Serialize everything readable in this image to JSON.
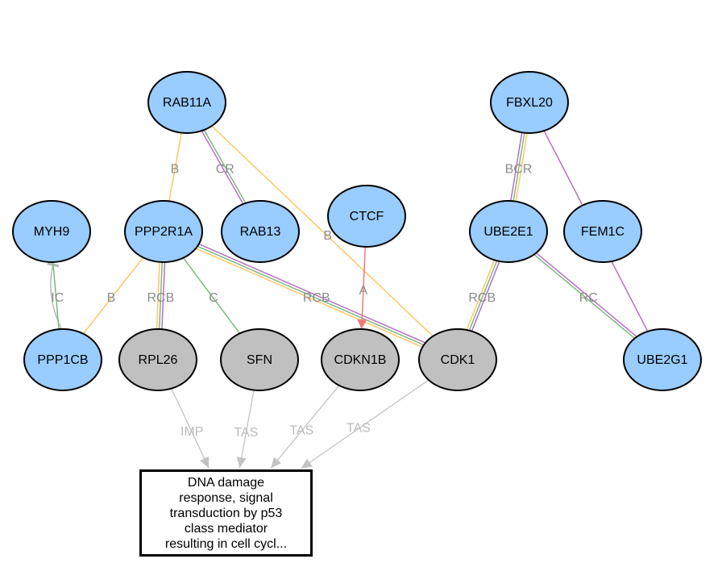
{
  "diagram": {
    "nodes": [
      {
        "id": "RAB11A",
        "label": "RAB11A",
        "kind": "query"
      },
      {
        "id": "FBXL20",
        "label": "FBXL20",
        "kind": "query"
      },
      {
        "id": "MYH9",
        "label": "MYH9",
        "kind": "query"
      },
      {
        "id": "PPP2R1A",
        "label": "PPP2R1A",
        "kind": "query"
      },
      {
        "id": "RAB13",
        "label": "RAB13",
        "kind": "query"
      },
      {
        "id": "CTCF",
        "label": "CTCF",
        "kind": "query"
      },
      {
        "id": "UBE2E1",
        "label": "UBE2E1",
        "kind": "query"
      },
      {
        "id": "FEM1C",
        "label": "FEM1C",
        "kind": "query"
      },
      {
        "id": "PPP1CB",
        "label": "PPP1CB",
        "kind": "query"
      },
      {
        "id": "RPL26",
        "label": "RPL26",
        "kind": "annotated"
      },
      {
        "id": "SFN",
        "label": "SFN",
        "kind": "annotated"
      },
      {
        "id": "CDKN1B",
        "label": "CDKN1B",
        "kind": "annotated"
      },
      {
        "id": "CDK1",
        "label": "CDK1",
        "kind": "annotated"
      },
      {
        "id": "UBE2G1",
        "label": "UBE2G1",
        "kind": "query"
      }
    ],
    "term": {
      "id": "GO",
      "label": "DNA damage\nresponse, signal\ntransduction by p53\nclass mediator\nresulting in cell cycl..."
    },
    "edges": [
      {
        "from": "RAB11A",
        "to": "PPP2R1A",
        "types": [
          "B"
        ]
      },
      {
        "from": "RAB11A",
        "to": "RAB13",
        "types": [
          "C",
          "R"
        ]
      },
      {
        "from": "RAB11A",
        "to": "CDK1",
        "types": [
          "B"
        ]
      },
      {
        "from": "FBXL20",
        "to": "UBE2E1",
        "types": [
          "B",
          "C",
          "R"
        ]
      },
      {
        "from": "FBXL20",
        "to": "UBE2G1",
        "types": [
          "R"
        ]
      },
      {
        "from": "MYH9",
        "to": "PPP1CB",
        "types": [
          "I",
          "C"
        ]
      },
      {
        "from": "PPP2R1A",
        "to": "PPP1CB",
        "types": [
          "B"
        ]
      },
      {
        "from": "PPP2R1A",
        "to": "RPL26",
        "types": [
          "R",
          "C",
          "B"
        ]
      },
      {
        "from": "PPP2R1A",
        "to": "SFN",
        "types": [
          "C"
        ]
      },
      {
        "from": "PPP2R1A",
        "to": "CDK1",
        "types": [
          "R",
          "C",
          "B"
        ]
      },
      {
        "from": "CTCF",
        "to": "CDKN1B",
        "types": [
          "A"
        ]
      },
      {
        "from": "UBE2E1",
        "to": "CDK1",
        "types": [
          "R",
          "C",
          "B"
        ]
      },
      {
        "from": "UBE2E1",
        "to": "UBE2G1",
        "types": [
          "R",
          "C"
        ]
      },
      {
        "from": "RPL26",
        "to": "GO",
        "types": [
          "IMP"
        ]
      },
      {
        "from": "SFN",
        "to": "GO",
        "types": [
          "TAS"
        ]
      },
      {
        "from": "CDKN1B",
        "to": "GO",
        "types": [
          "TAS"
        ]
      },
      {
        "from": "CDK1",
        "to": "GO",
        "types": [
          "TAS"
        ]
      }
    ]
  },
  "colors": {
    "query_node": "#99ccff",
    "annotated_node": "#c0c0c0",
    "B": "#ffc766",
    "C": "#7fb77f",
    "R": "#b76fc4",
    "A": "#f07a7a",
    "I": "#b8b8b8",
    "evidence": "#c3c3c3",
    "edge_label": "#8c8c8c",
    "evidence_label": "#bbbbbb"
  }
}
